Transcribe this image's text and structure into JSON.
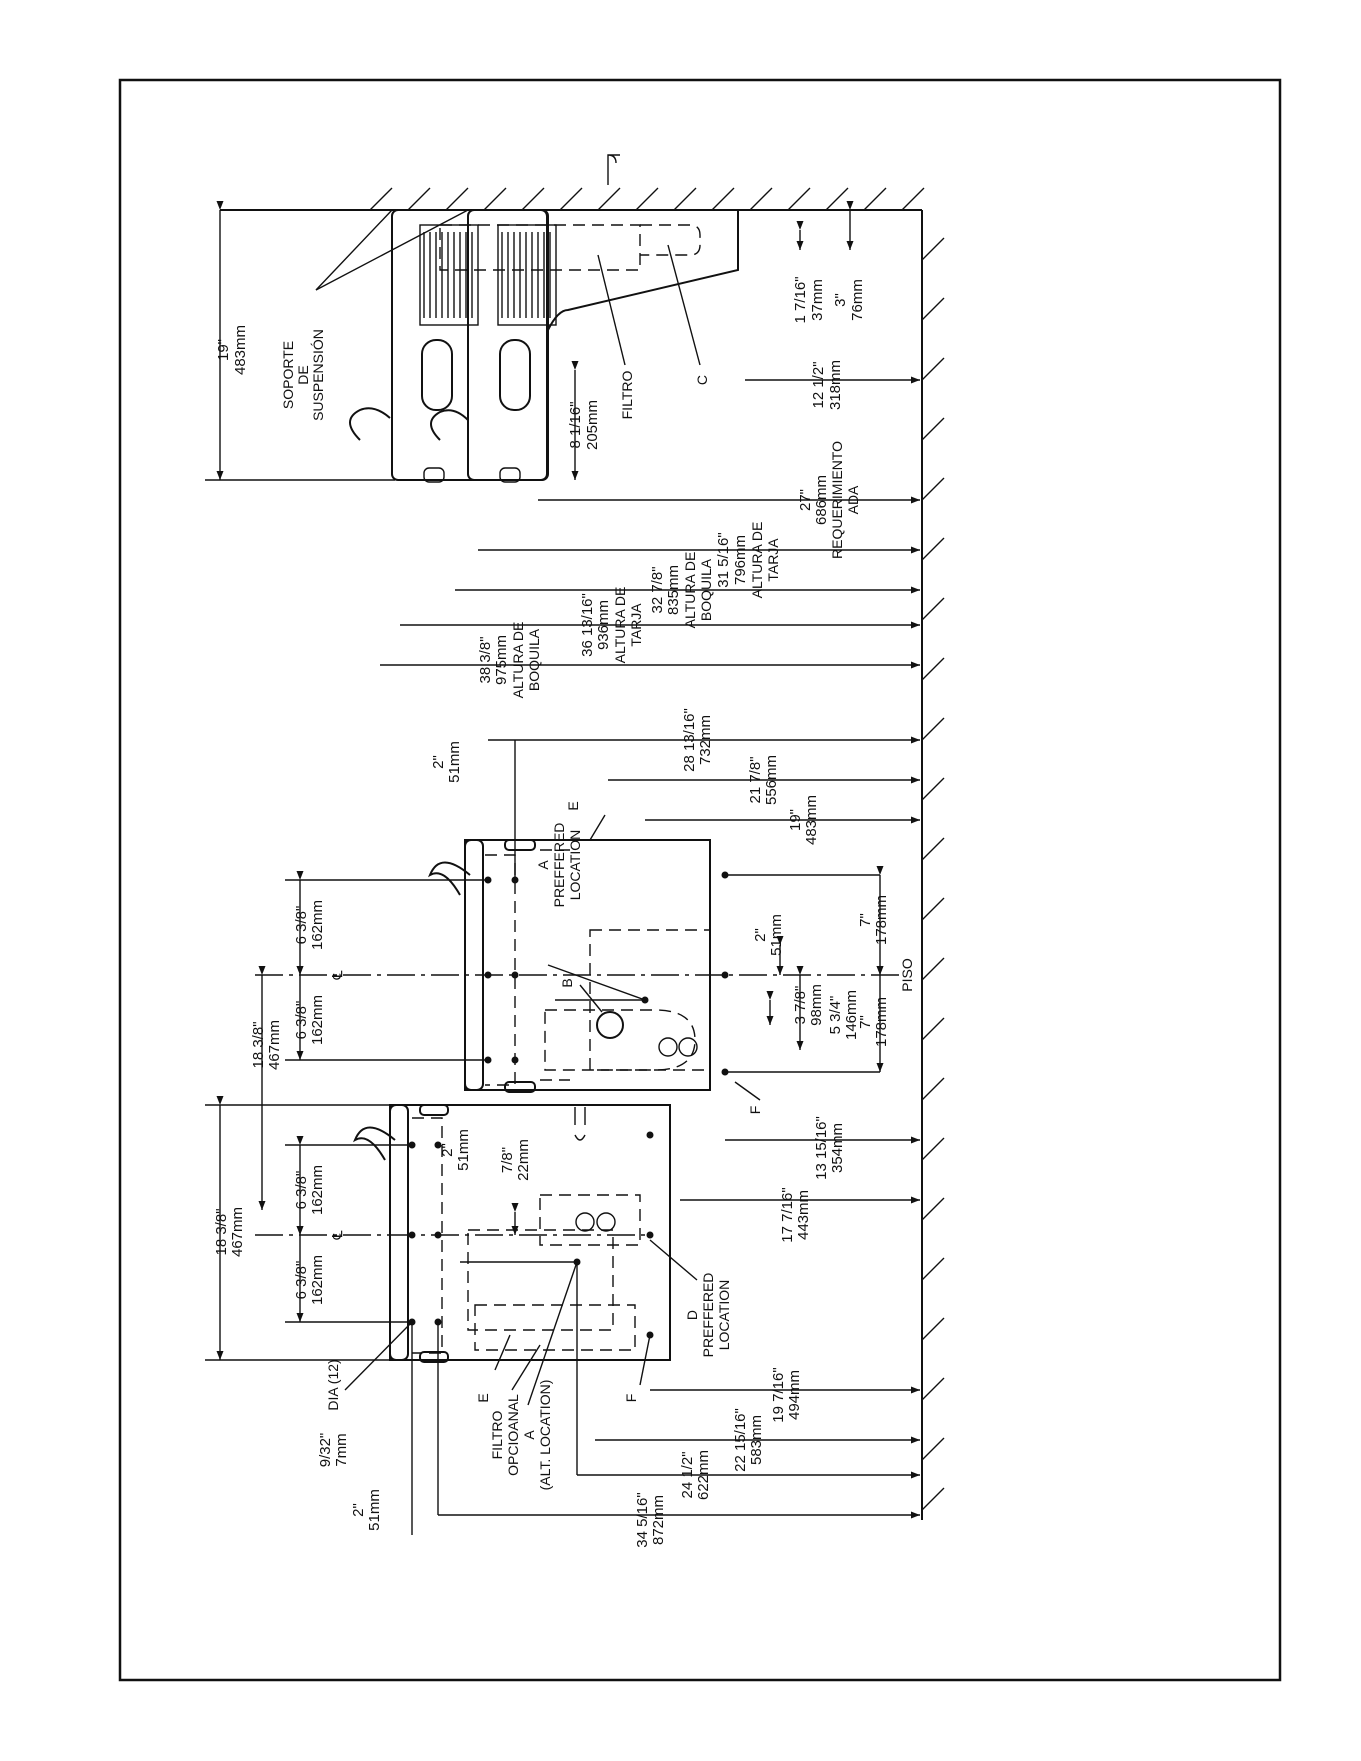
{
  "labels": {
    "soporte_1": "SOPORTE",
    "soporte_2": "DE",
    "soporte_3": "SUSPENSIÓN",
    "filtro": "FILTRO",
    "c": "C",
    "piso": "PISO",
    "ada_1": "REQUERIMIENTO",
    "ada_2": "ADA",
    "altura_tarja": "ALTURA DE",
    "tarja": "TARJA",
    "altura_boquila": "ALTURA DE",
    "boquila": "BOQUILA",
    "a_pref_1": "A",
    "a_pref_2": "PREFFERED",
    "a_pref_3": "LOCATION",
    "b": "B",
    "e_top": "E",
    "f_top": "F",
    "cl_glyph": "℄",
    "d_pref_1": "D",
    "d_pref_2": "PREFFERED",
    "d_pref_3": "LOCATION",
    "f_bot": "F",
    "e_bot": "E",
    "filtro_opc_1": "FILTRO",
    "filtro_opc_2": "OPCIOANAL",
    "a_alt_1": "A",
    "a_alt_2": "(ALT. LOCATION)",
    "dia": "DIA (12)"
  },
  "dims": {
    "d19_in": "19\"",
    "d19_mm": "483mm",
    "d8_in": "8 1/16\"",
    "d8_mm": "205mm",
    "d1_7_in": "1 7/16\"",
    "d1_7_mm": "37mm",
    "d3_in": "3\"",
    "d3_mm": "76mm",
    "d12_in": "12 1/2\"",
    "d12_mm": "318mm",
    "d27_in": "27\"",
    "d27_mm": "686mm",
    "d31_in": "31 5/16\"",
    "d31_mm": "796mm",
    "d32_in": "32 7/8\"",
    "d32_mm": "835mm",
    "d36_in": "36 13/16\"",
    "d36_mm": "936mm",
    "d38_in": "38 3/8\"",
    "d38_mm": "975mm",
    "d2a_in": "2\"",
    "d2a_mm": "51mm",
    "d28_in": "28 13/16\"",
    "d28_mm": "732mm",
    "d21_in": "21 7/8\"",
    "d21_mm": "556mm",
    "d19b_in": "19\"",
    "d19b_mm": "483mm",
    "d6a_in": "6 3/8\"",
    "d6a_mm": "162mm",
    "d6b_in": "6 3/8\"",
    "d6b_mm": "162mm",
    "d18a_in": "18 3/8\"",
    "d18a_mm": "467mm",
    "d2b_in": "2\"",
    "d2b_mm": "51mm",
    "d7a_in": "7\"",
    "d7a_mm": "178mm",
    "d3_7_in": "3 7/8\"",
    "d3_7_mm": "98mm",
    "d5_in": "5 3/4\"",
    "d5_mm": "146mm",
    "d7b_in": "7\"",
    "d7b_mm": "178mm",
    "d13_in": "13 15/16\"",
    "d13_mm": "354mm",
    "d17_in": "17 7/16\"",
    "d17_mm": "443mm",
    "d6c_in": "6 3/8\"",
    "d6c_mm": "162mm",
    "d6d_in": "6 3/8\"",
    "d6d_mm": "162mm",
    "d18b_in": "18 3/8\"",
    "d18b_mm": "467mm",
    "d2c_in": "2\"",
    "d2c_mm": "51mm",
    "d78_in": "7/8\"",
    "d78_mm": "22mm",
    "d19c_in": "19 7/16\"",
    "d19c_mm": "494mm",
    "d22_in": "22 15/16\"",
    "d22_mm": "583mm",
    "d24_in": "24 1/2\"",
    "d24_mm": "622mm",
    "d34_in": "34 5/16\"",
    "d34_mm": "872mm",
    "d2d_in": "2\"",
    "d2d_mm": "51mm",
    "d9_in": "9/32\"",
    "d9_mm": "7mm"
  }
}
